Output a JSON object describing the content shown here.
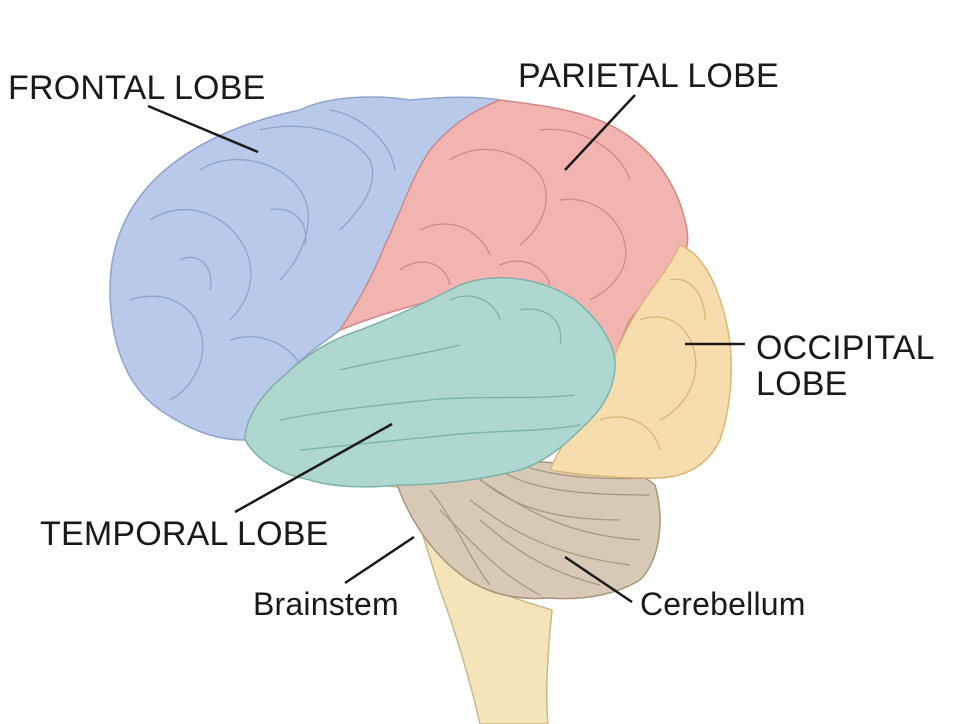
{
  "labels": {
    "frontal": "FRONTAL LOBE",
    "parietal": "PARIETAL LOBE",
    "occipital_line1": "OCCIPITAL",
    "occipital_line2": "LOBE",
    "temporal": "TEMPORAL LOBE",
    "brainstem": "Brainstem",
    "cerebellum": "Cerebellum"
  },
  "colors": {
    "frontal": "#b8c9ea",
    "parietal": "#f1b4b1",
    "occipital": "#f7dcae",
    "temporal": "#aed8cf",
    "cerebellum": "#d8c9b6",
    "brainstem": "#f3e5b9"
  }
}
